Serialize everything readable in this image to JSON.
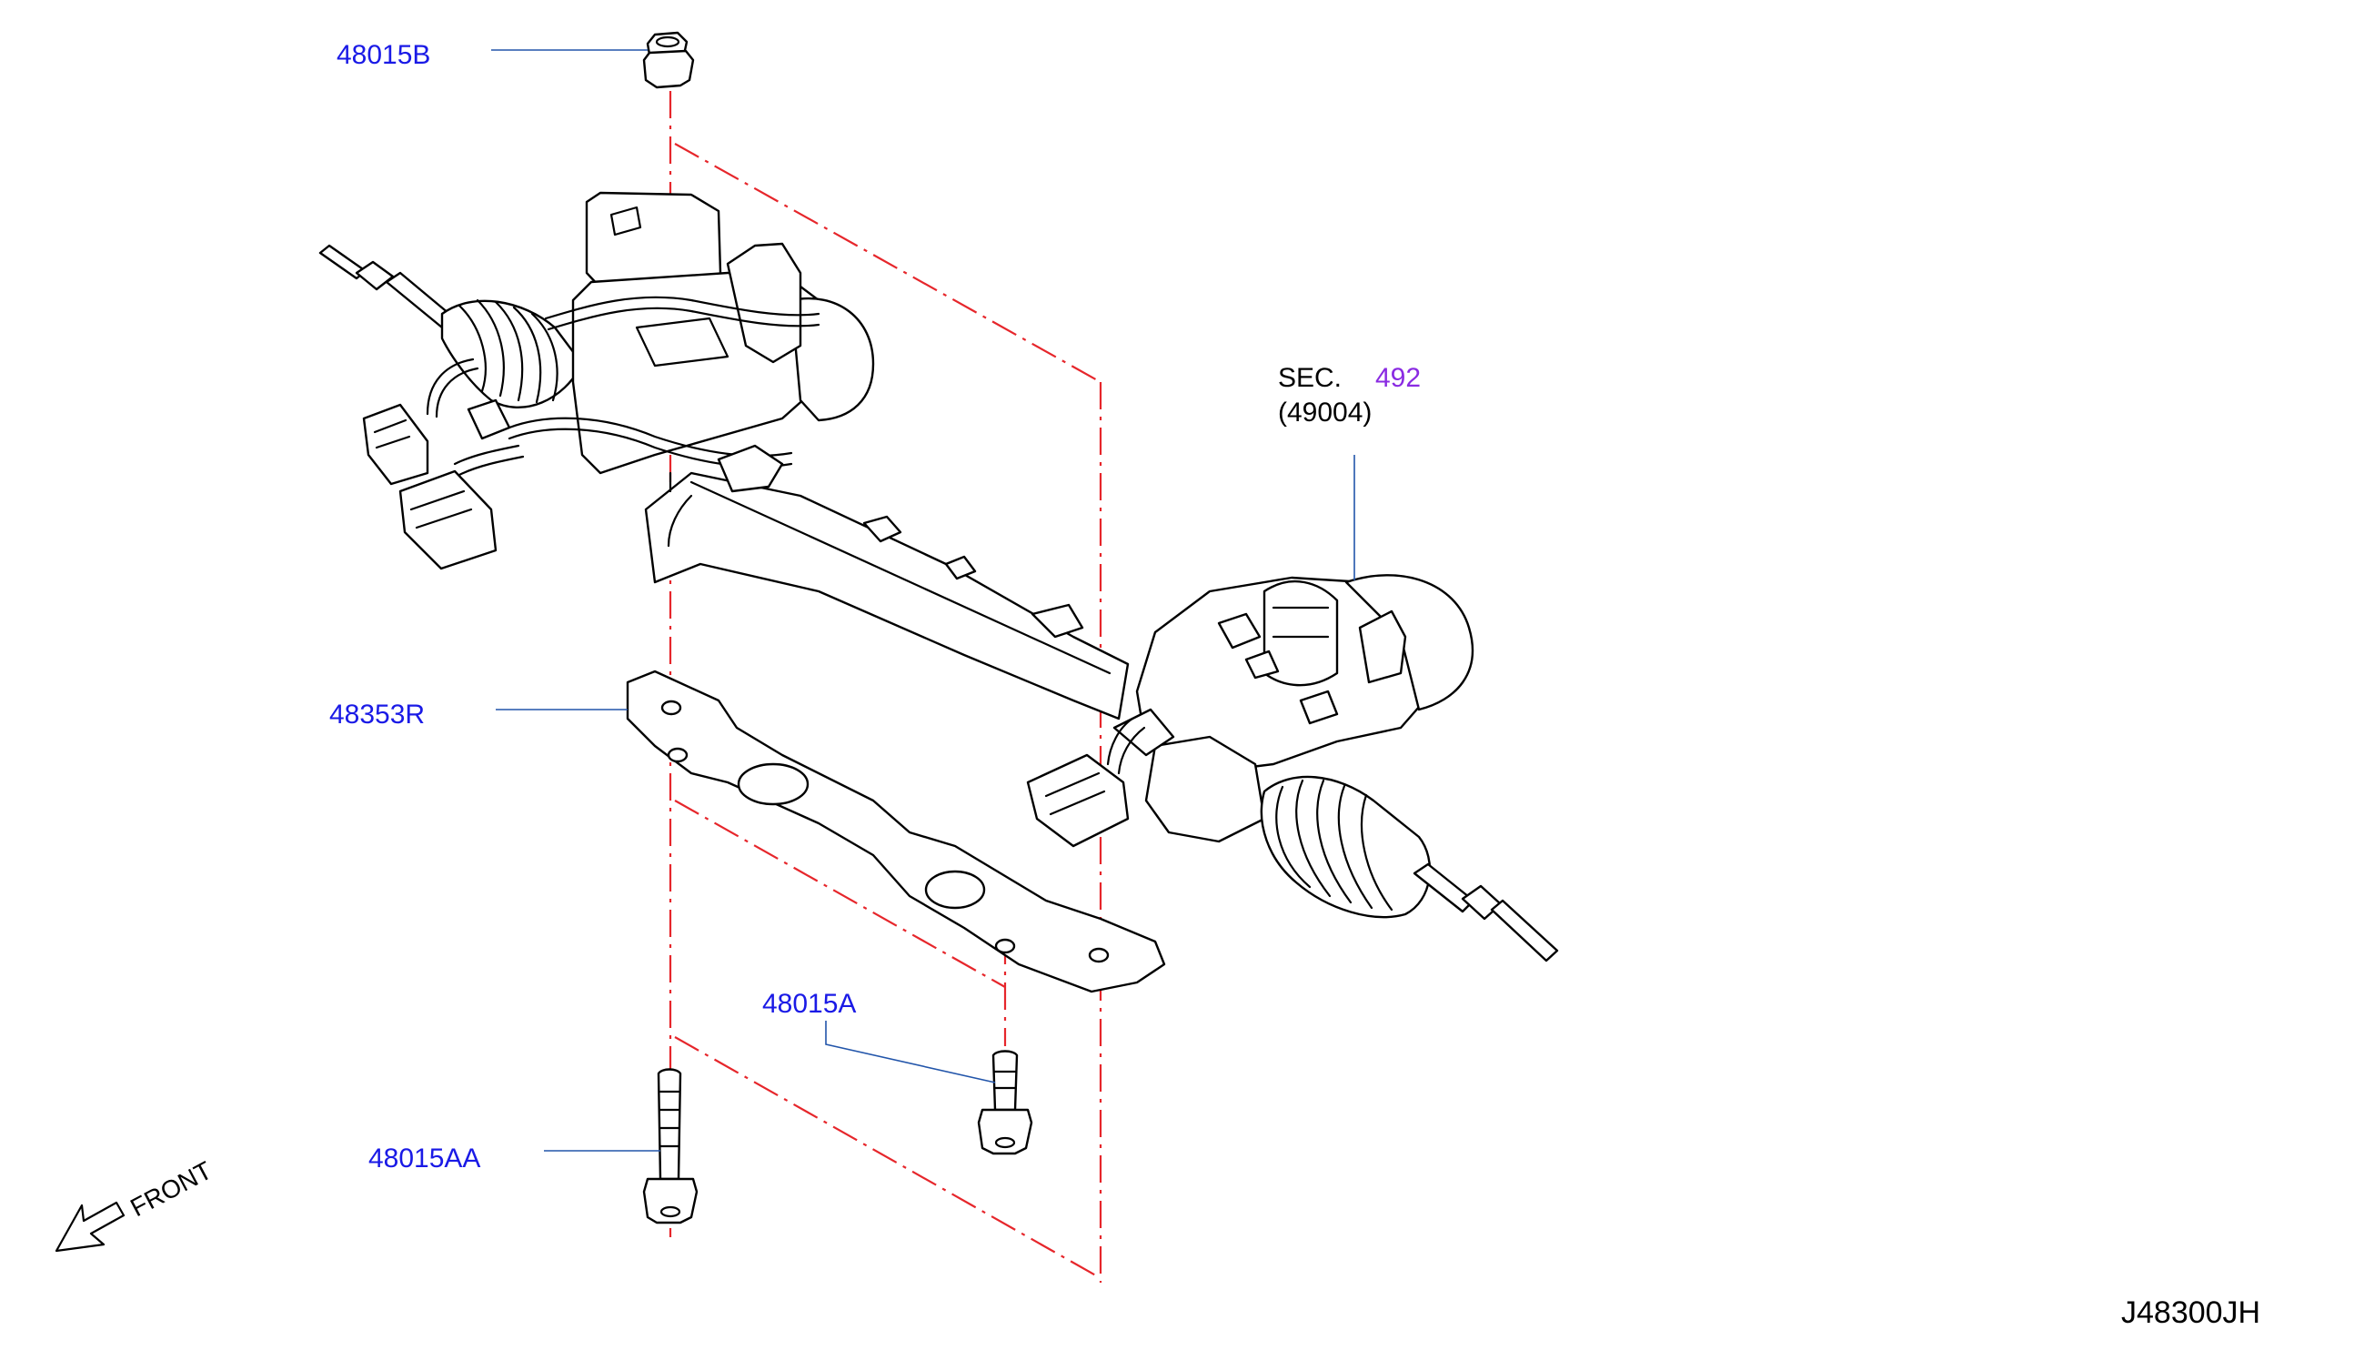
{
  "labels": {
    "nut_top": "48015B",
    "bracket": "48353R",
    "bolt_short": "48015A",
    "bolt_long": "48015AA",
    "sec_prefix": "SEC.",
    "sec_number": "492",
    "sec_ref": "(49004)"
  },
  "front": {
    "label": "FRONT"
  },
  "diagram_id": "J48300JH",
  "colors": {
    "part_number": "#1a1ae6",
    "section_link": "#8a2be2",
    "leader": "#2255aa",
    "dash_line": "#e6262b",
    "line_art": "#000000"
  }
}
